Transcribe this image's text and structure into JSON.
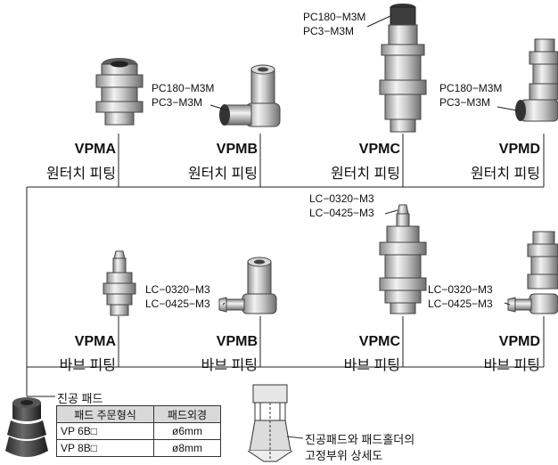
{
  "fittings": {
    "one_touch": [
      {
        "model": "VPMA",
        "kind": "원터치 피팅"
      },
      {
        "model": "VPMB",
        "kind": "원터치 피팅",
        "parts": [
          "PC180−M3M",
          "PC3−M3M"
        ]
      },
      {
        "model": "VPMC",
        "kind": "원터치 피팅",
        "parts": [
          "PC180−M3M",
          "PC3−M3M"
        ]
      },
      {
        "model": "VPMD",
        "kind": "원터치 피팅",
        "parts": [
          "PC180−M3M",
          "PC3−M3M"
        ]
      }
    ],
    "barb": [
      {
        "model": "VPMA",
        "kind": "바브 피팅"
      },
      {
        "model": "VPMB",
        "kind": "바브 피팅",
        "parts": [
          "LC−0320−M3",
          "LC−0425−M3"
        ]
      },
      {
        "model": "VPMC",
        "kind": "바브 피팅",
        "parts": [
          "LC−0320−M3",
          "LC−0425−M3"
        ]
      },
      {
        "model": "VPMD",
        "kind": "바브 피팅",
        "parts": [
          "LC−0320−M3",
          "LC−0425−M3"
        ]
      }
    ]
  },
  "pad": {
    "title": "진공 패드",
    "table": {
      "headers": [
        "패드 주문형식",
        "패드외경"
      ],
      "rows": [
        [
          "VP 6B□",
          "ø6mm"
        ],
        [
          "VP 8B□",
          "ø8mm"
        ]
      ]
    }
  },
  "detail_caption": [
    "진공패드와 패드홀더의",
    "고정부위 상세도"
  ]
}
